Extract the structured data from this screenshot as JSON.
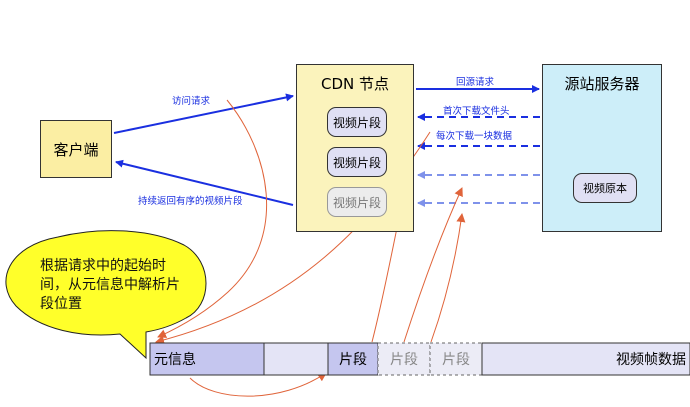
{
  "client": {
    "label": "客户端"
  },
  "cdn": {
    "title": "CDN 节点",
    "segments": [
      "视频片段",
      "视频片段",
      "视频片段"
    ]
  },
  "origin": {
    "title": "源站服务器",
    "raw_label": "视频原本"
  },
  "arrows": {
    "visit": "访问请求",
    "back_to_source": "回源请求",
    "first_download": "首次下载文件头",
    "each_download": "每次下载一块数据",
    "return_ordered": "持续返回有序的视频片段"
  },
  "callout": "根据请求中的起始时间，从元信息中解析片段位置",
  "file_strip": {
    "meta": "元信息",
    "segment_1": "片段",
    "segment_2": "片段",
    "segment_3": "片段",
    "frames": "视频帧数据"
  },
  "colors": {
    "blue_arrow": "#1a2fe0",
    "red_arrow": "#e0643a",
    "client_fill": "#fbeea3",
    "cdn_fill": "#fbf3bc",
    "origin_fill": "#cdeef9",
    "segment_fill": "#e0e0f4",
    "callout_fill": "#ffff2a"
  }
}
